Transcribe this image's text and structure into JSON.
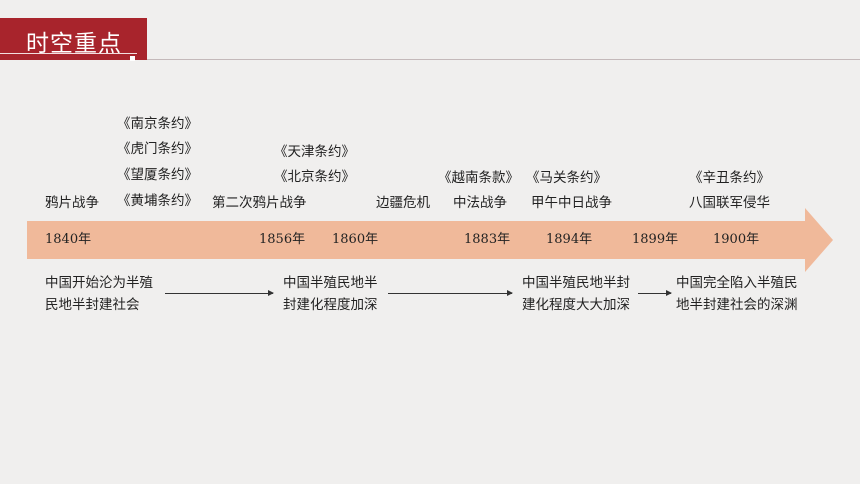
{
  "title": "时空重点",
  "treaties": {
    "nanjing": "《南京条约》",
    "humen": "《虎门条约》",
    "wangxia": "《望厦条约》",
    "huangpu": "《黄埔条约》",
    "tianjin": "《天津条约》",
    "beijing": "《北京条约》",
    "yuenan": "《越南条款》",
    "maguan": "《马关条约》",
    "xinchou": "《辛丑条约》"
  },
  "events": {
    "opium_war": "鸦片战争",
    "second_opium_war": "第二次鸦片战争",
    "border_crisis": "边疆危机",
    "sino_french_war": "中法战争",
    "sino_japanese_war": "甲午中日战争",
    "eight_nation": "八国联军侵华"
  },
  "years": [
    "1840年",
    "1856年",
    "1860年",
    "1883年",
    "1894年",
    "1899年",
    "1900年"
  ],
  "consequences": [
    {
      "line1": "中国开始沦为半殖",
      "line2": "民地半封建社会"
    },
    {
      "line1": "中国半殖民地半",
      "line2": "封建化程度加深"
    },
    {
      "line1": "中国半殖民地半封",
      "line2": "建化程度大大加深"
    },
    {
      "line1": "中国完全陷入半殖民",
      "line2": "地半封建社会的深渊"
    }
  ],
  "colors": {
    "title_bg": "#a8242c",
    "arrow": "#f0b99a",
    "background": "#f0efee"
  }
}
